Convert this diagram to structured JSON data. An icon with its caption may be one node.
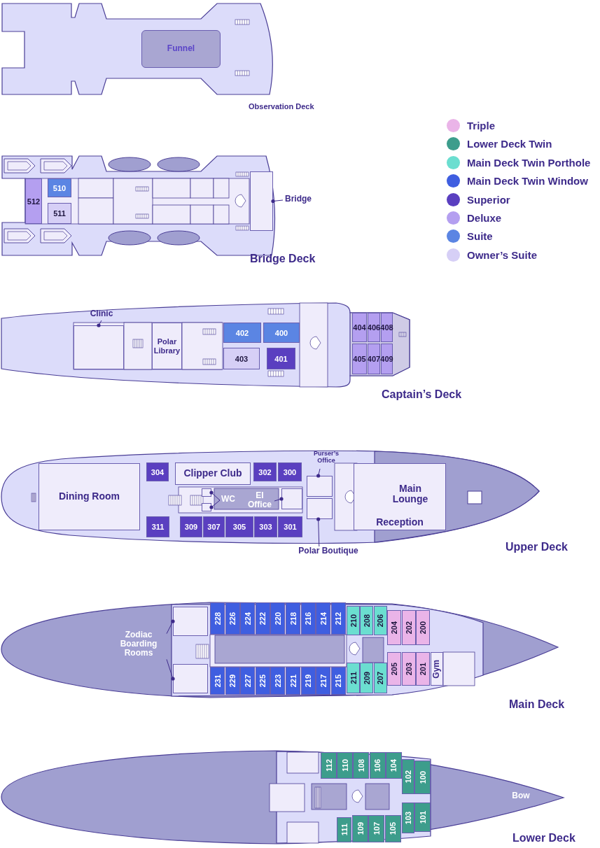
{
  "diagram": {
    "nodes": [
      {
        "text": [
          "Observation Deck"
        ]
      },
      {
        "text": [
          "Funnel"
        ],
        "in": 0
      },
      {
        "text": [
          "Bridge Deck"
        ]
      },
      {
        "text": [
          "512"
        ],
        "in": 2
      },
      {
        "text": [
          "510"
        ],
        "in": 2
      },
      {
        "text": [
          "511"
        ],
        "in": 2
      },
      {
        "text": [],
        "shape": "box",
        "in": 2
      },
      {
        "text": [
          "Bridge"
        ]
      },
      {
        "text": [
          "Captain’s Deck"
        ]
      },
      {
        "text": [],
        "shape": "box",
        "in": 8
      },
      {
        "text": [
          "Clinic"
        ],
        "in": 8
      },
      {
        "text": [
          "Polar Library"
        ],
        "in": 8
      },
      {
        "text": [
          "402"
        ],
        "in": 8
      },
      {
        "text": [
          "400"
        ],
        "in": 8
      },
      {
        "text": [
          "403"
        ],
        "in": 8
      },
      {
        "text": [
          "401"
        ],
        "in": 8
      },
      {
        "text": [
          "404"
        ],
        "in": 8
      },
      {
        "text": [
          "406"
        ],
        "in": 8
      },
      {
        "text": [
          "408"
        ],
        "in": 8
      },
      {
        "text": [
          "405"
        ],
        "in": 8
      },
      {
        "text": [
          "407"
        ],
        "in": 8
      },
      {
        "text": [
          "409"
        ],
        "in": 8
      },
      {
        "text": [
          "Upper Deck"
        ]
      },
      {
        "text": [
          "Dining Room"
        ],
        "in": 22
      },
      {
        "text": [
          "304"
        ],
        "in": 22
      },
      {
        "text": [
          "Clipper Club"
        ],
        "in": 22
      },
      {
        "text": [
          "302"
        ],
        "in": 22
      },
      {
        "text": [
          "300"
        ],
        "in": 22
      },
      {
        "text": [
          "Purser’s Office"
        ],
        "in": 22
      },
      {
        "text": [],
        "shape": "box",
        "in": 22
      },
      {
        "text": [],
        "shape": "box",
        "in": 22
      },
      {
        "text": [],
        "shape": "box",
        "in": 22
      },
      {
        "text": [
          "WC"
        ],
        "in": 22
      },
      {
        "text": [
          "EI Office"
        ],
        "in": 22
      },
      {
        "text": [],
        "shape": "box",
        "in": 22
      },
      {
        "text": [
          "Main Lounge",
          "Reception"
        ],
        "in": 22
      },
      {
        "text": [
          "311"
        ],
        "in": 22
      },
      {
        "text": [
          "309"
        ],
        "in": 22
      },
      {
        "text": [
          "307"
        ],
        "in": 22
      },
      {
        "text": [
          "305"
        ],
        "in": 22
      },
      {
        "text": [
          "303"
        ],
        "in": 22
      },
      {
        "text": [
          "301"
        ],
        "in": 22
      },
      {
        "text": [],
        "shape": "box",
        "in": 22
      },
      {
        "text": [
          "Polar Boutique"
        ]
      },
      {
        "text": [
          "Main Deck"
        ]
      },
      {
        "text": [
          "Zodiac Boarding Rooms"
        ],
        "in": 44
      },
      {
        "text": [],
        "shape": "box",
        "in": 44
      },
      {
        "text": [],
        "shape": "box",
        "in": 44
      },
      {
        "text": [
          "228"
        ],
        "in": 44
      },
      {
        "text": [
          "226"
        ],
        "in": 44
      },
      {
        "text": [
          "224"
        ],
        "in": 44
      },
      {
        "text": [
          "222"
        ],
        "in": 44
      },
      {
        "text": [
          "220"
        ],
        "in": 44
      },
      {
        "text": [
          "218"
        ],
        "in": 44
      },
      {
        "text": [
          "216"
        ],
        "in": 44
      },
      {
        "text": [
          "214"
        ],
        "in": 44
      },
      {
        "text": [
          "212"
        ],
        "in": 44
      },
      {
        "text": [
          "210"
        ],
        "in": 44
      },
      {
        "text": [
          "208"
        ],
        "in": 44
      },
      {
        "text": [
          "206"
        ],
        "in": 44
      },
      {
        "text": [
          "204"
        ],
        "in": 44
      },
      {
        "text": [
          "202"
        ],
        "in": 44
      },
      {
        "text": [
          "200"
        ],
        "in": 44
      },
      {
        "text": [
          "231"
        ],
        "in": 44
      },
      {
        "text": [
          "229"
        ],
        "in": 44
      },
      {
        "text": [
          "227"
        ],
        "in": 44
      },
      {
        "text": [
          "225"
        ],
        "in": 44
      },
      {
        "text": [
          "223"
        ],
        "in": 44
      },
      {
        "text": [
          "221"
        ],
        "in": 44
      },
      {
        "text": [
          "219"
        ],
        "in": 44
      },
      {
        "text": [
          "217"
        ],
        "in": 44
      },
      {
        "text": [
          "215"
        ],
        "in": 44
      },
      {
        "text": [
          "211"
        ],
        "in": 44
      },
      {
        "text": [
          "209"
        ],
        "in": 44
      },
      {
        "text": [
          "207"
        ],
        "in": 44
      },
      {
        "text": [
          "205"
        ],
        "in": 44
      },
      {
        "text": [
          "203"
        ],
        "in": 44
      },
      {
        "text": [
          "201"
        ],
        "in": 44
      },
      {
        "text": [
          "Gym"
        ],
        "in": 44
      },
      {
        "text": [
          "Lower Deck"
        ]
      },
      {
        "text": [
          "112"
        ],
        "in": 79
      },
      {
        "text": [
          "110"
        ],
        "in": 79
      },
      {
        "text": [
          "108"
        ],
        "in": 79
      },
      {
        "text": [
          "106"
        ],
        "in": 79
      },
      {
        "text": [
          "104"
        ],
        "in": 79
      },
      {
        "text": [
          "102"
        ],
        "in": 79
      },
      {
        "text": [
          "100"
        ],
        "in": 79
      },
      {
        "text": [
          "111"
        ],
        "in": 79
      },
      {
        "text": [
          "109"
        ],
        "in": 79
      },
      {
        "text": [
          "107"
        ],
        "in": 79
      },
      {
        "text": [
          "105"
        ],
        "in": 79
      },
      {
        "text": [
          "103"
        ],
        "in": 79
      },
      {
        "text": [
          "101"
        ],
        "in": 79
      },
      {
        "text": [
          "Bow"
        ],
        "in": 79
      }
    ],
    "edges": [
      {
        "from": 7,
        "to": 6,
        "arrow": "other"
      },
      {
        "from": 10,
        "to": 9,
        "arrow": "other"
      },
      {
        "from": 28,
        "to": 29,
        "arrow": "other"
      },
      {
        "from": 32,
        "to": 30,
        "arrow": "other"
      },
      {
        "from": 32,
        "to": 31,
        "arrow": "other"
      },
      {
        "from": 33,
        "to": 34,
        "arrow": "other"
      },
      {
        "from": 43,
        "to": 42,
        "arrow": "other"
      },
      {
        "from": 45,
        "to": 46,
        "arrow": "other"
      },
      {
        "from": 45,
        "to": 47,
        "arrow": "other"
      }
    ],
    "legend": [
      {
        "text": "Triple",
        "color": "#eab4e8"
      },
      {
        "text": "Lower Deck Twin",
        "color": "#3d9d8c"
      },
      {
        "text": "Main Deck Twin Porthole",
        "color": "#6bded0"
      },
      {
        "text": "Main Deck Twin Window",
        "color": "#3f5ee0"
      },
      {
        "text": "Superior",
        "color": "#5a3fc0"
      },
      {
        "text": "Deluxe",
        "color": "#b49ff0"
      },
      {
        "text": "Suite",
        "color": "#5b85e3"
      },
      {
        "text": "Owner’s Suite",
        "color": "#d6cff6"
      }
    ]
  }
}
